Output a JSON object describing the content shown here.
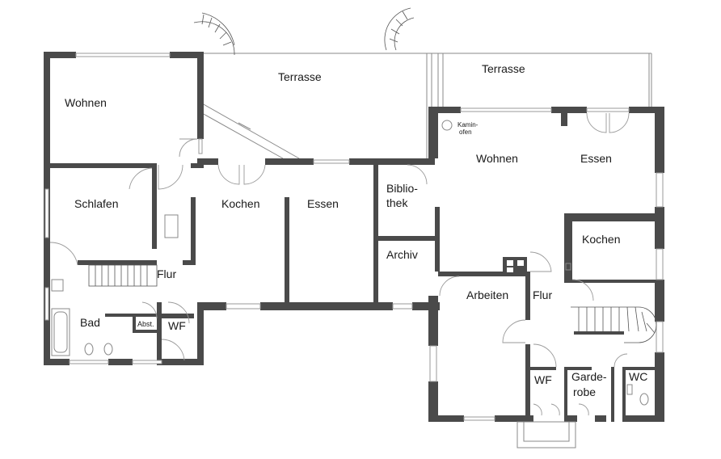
{
  "rooms": {
    "terrasse_left": "Terrasse",
    "terrasse_right": "Terrasse",
    "wohnen_left": "Wohnen",
    "schlafen": "Schlafen",
    "flur_left": "Flur",
    "bad": "Bad",
    "abst": "Abst.",
    "wf_left": "WF",
    "kochen_mid": "Kochen",
    "essen_mid": "Essen",
    "bibliothek_1": "Biblio-",
    "bibliothek_2": "thek",
    "archiv": "Archiv",
    "kaminofen_1": "Kamin-",
    "kaminofen_2": "ofen",
    "wohnen_right": "Wohnen",
    "essen_right": "Essen",
    "kochen_right": "Kochen",
    "arbeiten": "Arbeiten",
    "flur_right": "Flur",
    "wf_right": "WF",
    "garderobe_1": "Garde-",
    "garderobe_2": "robe",
    "wc": "WC"
  },
  "colors": {
    "wall": "#4a4a4a",
    "background": "#ffffff",
    "text": "#1a1a1a"
  }
}
